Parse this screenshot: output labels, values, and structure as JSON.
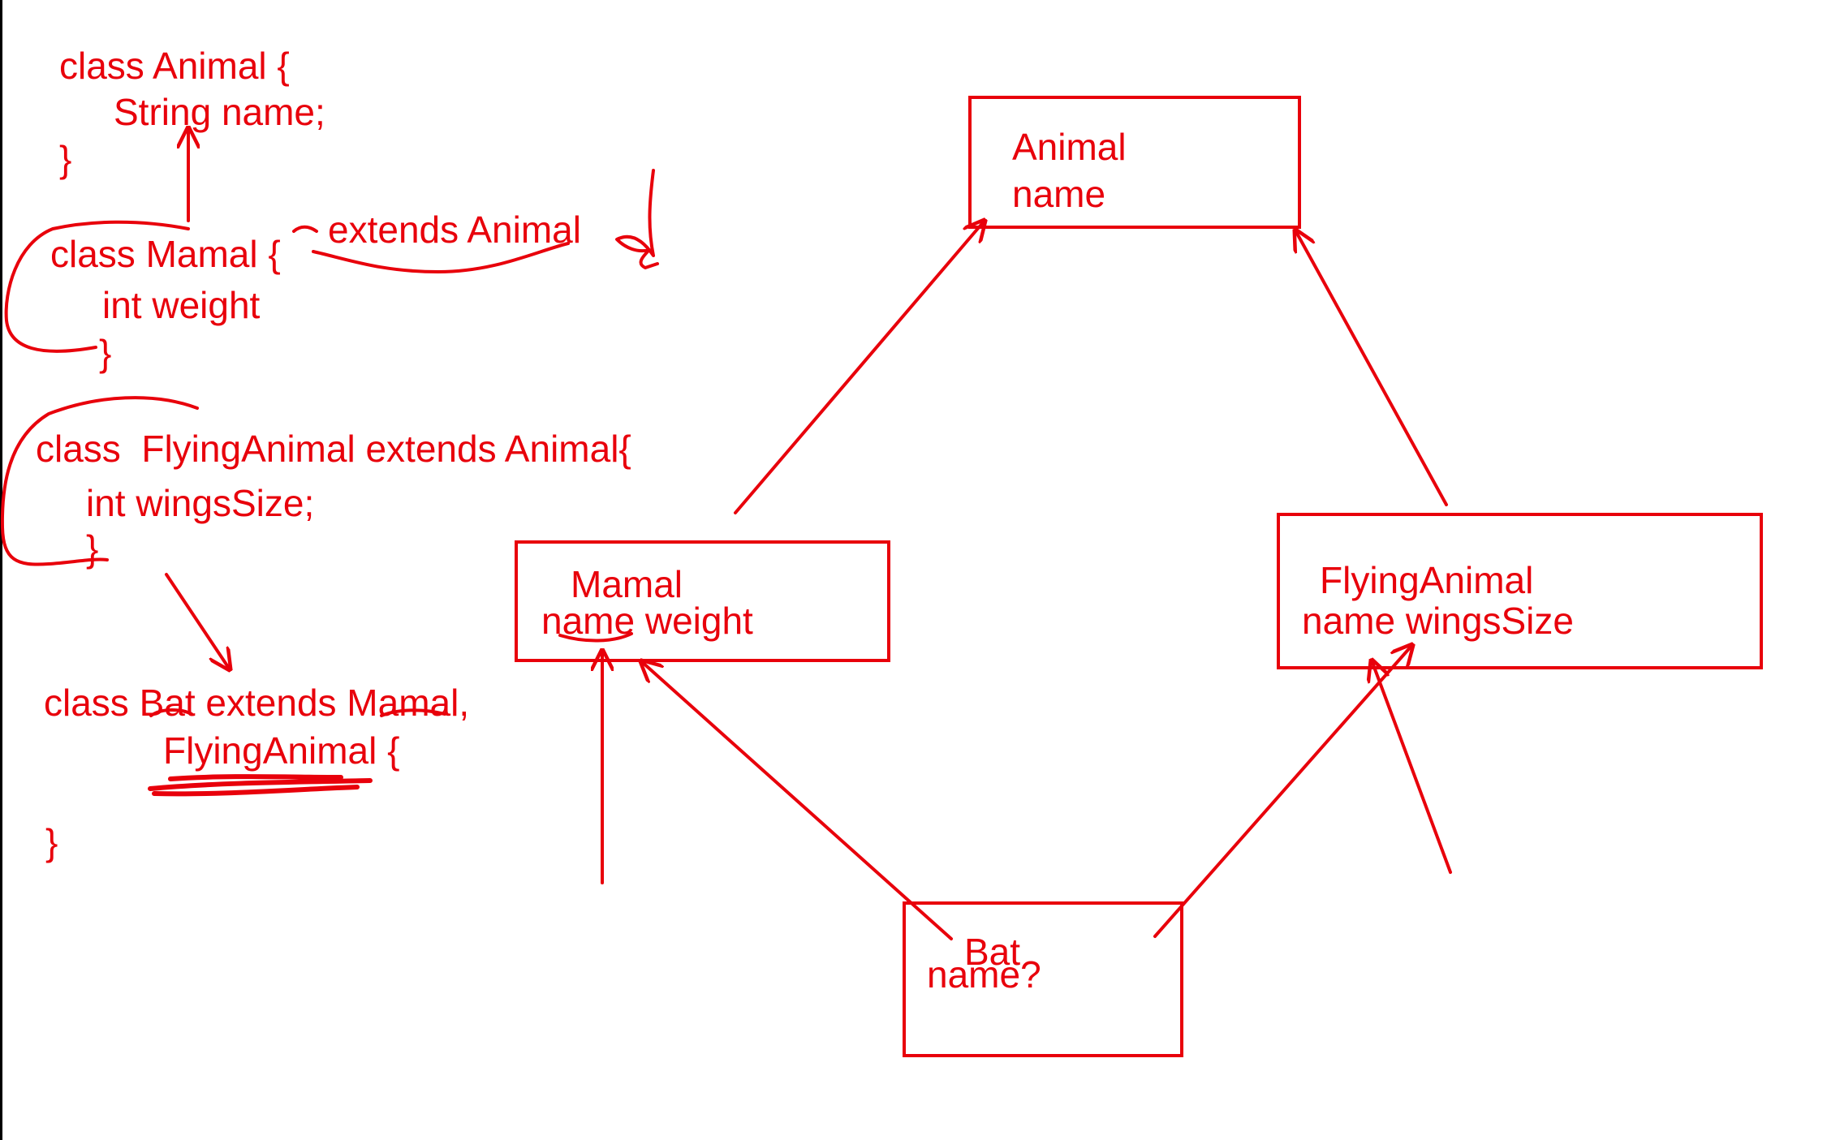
{
  "colors": {
    "ink": "#e8000b",
    "background": "#ffffff"
  },
  "code": {
    "animal": {
      "line1": "class Animal {",
      "line2": "String name;",
      "line3": "}"
    },
    "mamal": {
      "line1": "class Mamal {",
      "annotation": "extends Animal",
      "line2": "int weight",
      "line3": "}"
    },
    "flying": {
      "line1": "class  FlyingAnimal extends Animal{",
      "line2": "int wingsSize;",
      "line3": "}"
    },
    "bat": {
      "line1": "class Bat extends Mamal,",
      "line2": "FlyingAnimal {",
      "line3": "}"
    }
  },
  "diagram": {
    "animal": {
      "title": "Animal",
      "field": "name"
    },
    "mamal": {
      "title": "Mamal",
      "fields": "name weight"
    },
    "flying": {
      "title": "FlyingAnimal",
      "fields": "name wingsSize"
    },
    "bat": {
      "title": "Bat",
      "field": "name?"
    }
  }
}
